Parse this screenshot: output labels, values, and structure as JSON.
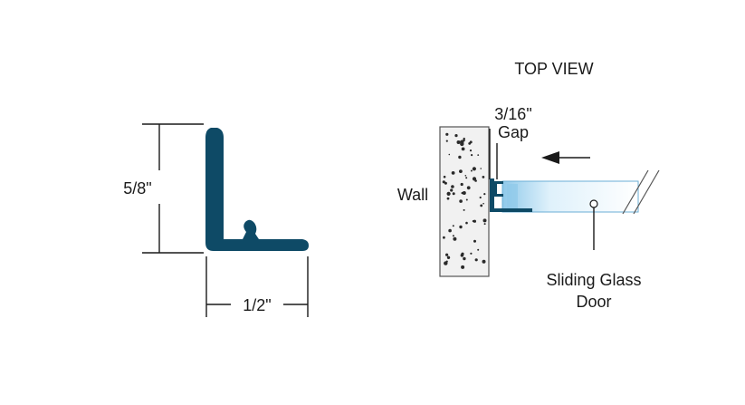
{
  "profile": {
    "height_label": "5/8\"",
    "width_label": "1/2\""
  },
  "top_view": {
    "title": "TOP VIEW",
    "gap_label_line1": "3/16\"",
    "gap_label_line2": "Gap",
    "wall_label": "Wall",
    "door_label_line1": "Sliding Glass",
    "door_label_line2": "Door"
  },
  "colors": {
    "profile": "#0e4a66",
    "glass_light": "#dff1fb",
    "glass_mid": "#a9d8f2",
    "wall_fill": "#f1f1f1"
  }
}
